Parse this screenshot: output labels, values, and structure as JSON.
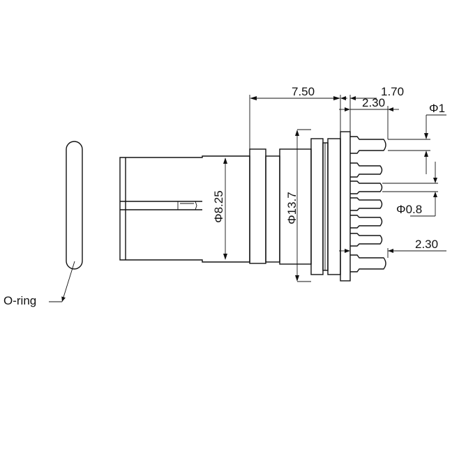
{
  "labels": {
    "oring": "O-ring",
    "dim_length": "7.50",
    "dim_flange": "1.70",
    "dim_pin_top": "2.30",
    "dim_pin_bottom": "2.30",
    "dim_phi1": "Φ1",
    "dim_phi08": "Φ0.8",
    "dim_phi825": "Φ8.25",
    "dim_phi137": "Φ13.7"
  },
  "colors": {
    "line": "#111111",
    "background": "#ffffff"
  }
}
